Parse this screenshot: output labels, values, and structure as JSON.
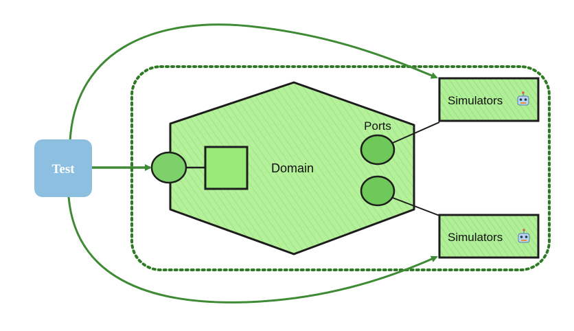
{
  "labels": {
    "test": "Test",
    "domain": "Domain",
    "ports": "Ports",
    "simulator_top": "Simulators",
    "simulator_bottom": "Simulators"
  },
  "icons": {
    "simulator": "robot-icon"
  },
  "colors": {
    "test_fill": "#8cbfe0",
    "hex_fill": "#b4f19a",
    "port_fill": "#6ec95a",
    "arrow": "#3f8a35",
    "boundary": "#2f7a24",
    "sim_fill": "#b0ee98"
  }
}
